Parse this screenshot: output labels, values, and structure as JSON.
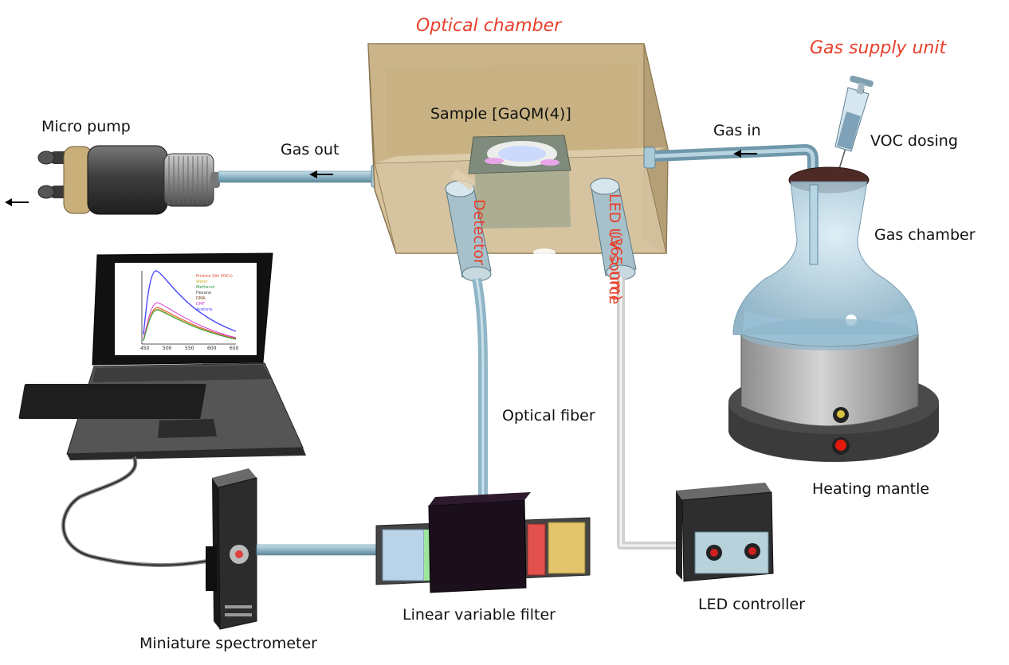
{
  "labels": {
    "optical_chamber": "Optical chamber",
    "gas_supply_unit": "Gas supply unit",
    "micro_pump": "Micro pump",
    "gas_out": "Gas out",
    "gas_in": "Gas in",
    "sample": "Sample [GaQM(4)]",
    "voc_dosing": "VOC dosing",
    "gas_chamber": "Gas chamber",
    "detector": "Detector",
    "led_uv_source": "LED UV source",
    "wavelength": "(365 nm)",
    "optical_fiber": "Optical fiber",
    "heating_mantle": "Heating mantle",
    "led_controller": "LED controller",
    "linear_variable_filter": "Linear variable filter",
    "miniature_spectrometer": "Miniature spectrometer"
  },
  "screen_plot": {
    "legend": [
      "Pristine (No VOCs)",
      "Water",
      "Methanol",
      "Hexane",
      "DMA",
      "DMF",
      "Acetone"
    ],
    "ticks": [
      "450",
      "500",
      "550",
      "600",
      "650"
    ]
  },
  "colors": {
    "label_accent": "#e8402c",
    "chamber": "#c9b48f",
    "tube": "#8fb5c7",
    "liquid": "#9cc3d9"
  }
}
